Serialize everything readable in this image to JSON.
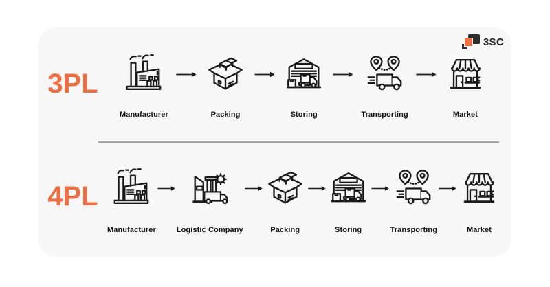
{
  "logo": {
    "text": "3SC"
  },
  "colors": {
    "accent_orange": "#ED7044",
    "card_background": "#F7F7F7",
    "icon_stroke": "#1A1A1A",
    "divider": "#A2A2A4",
    "logo_dark": "#2E2E2E"
  },
  "rows": [
    {
      "label": "3PL",
      "steps": [
        {
          "label": "Manufacturer",
          "icon": "factory-icon"
        },
        {
          "label": "Packing",
          "icon": "packing-box-icon"
        },
        {
          "label": "Storing",
          "icon": "warehouse-icon"
        },
        {
          "label": "Transporting",
          "icon": "delivery-truck-icon"
        },
        {
          "label": "Market",
          "icon": "storefront-icon"
        }
      ]
    },
    {
      "label": "4PL",
      "steps": [
        {
          "label": "Manufacturer",
          "icon": "factory-icon"
        },
        {
          "label": "Logistic Company",
          "icon": "logistics-company-icon"
        },
        {
          "label": "Packing",
          "icon": "packing-box-icon"
        },
        {
          "label": "Storing",
          "icon": "warehouse-icon"
        },
        {
          "label": "Transporting",
          "icon": "delivery-truck-icon"
        },
        {
          "label": "Market",
          "icon": "storefront-icon"
        }
      ]
    }
  ]
}
